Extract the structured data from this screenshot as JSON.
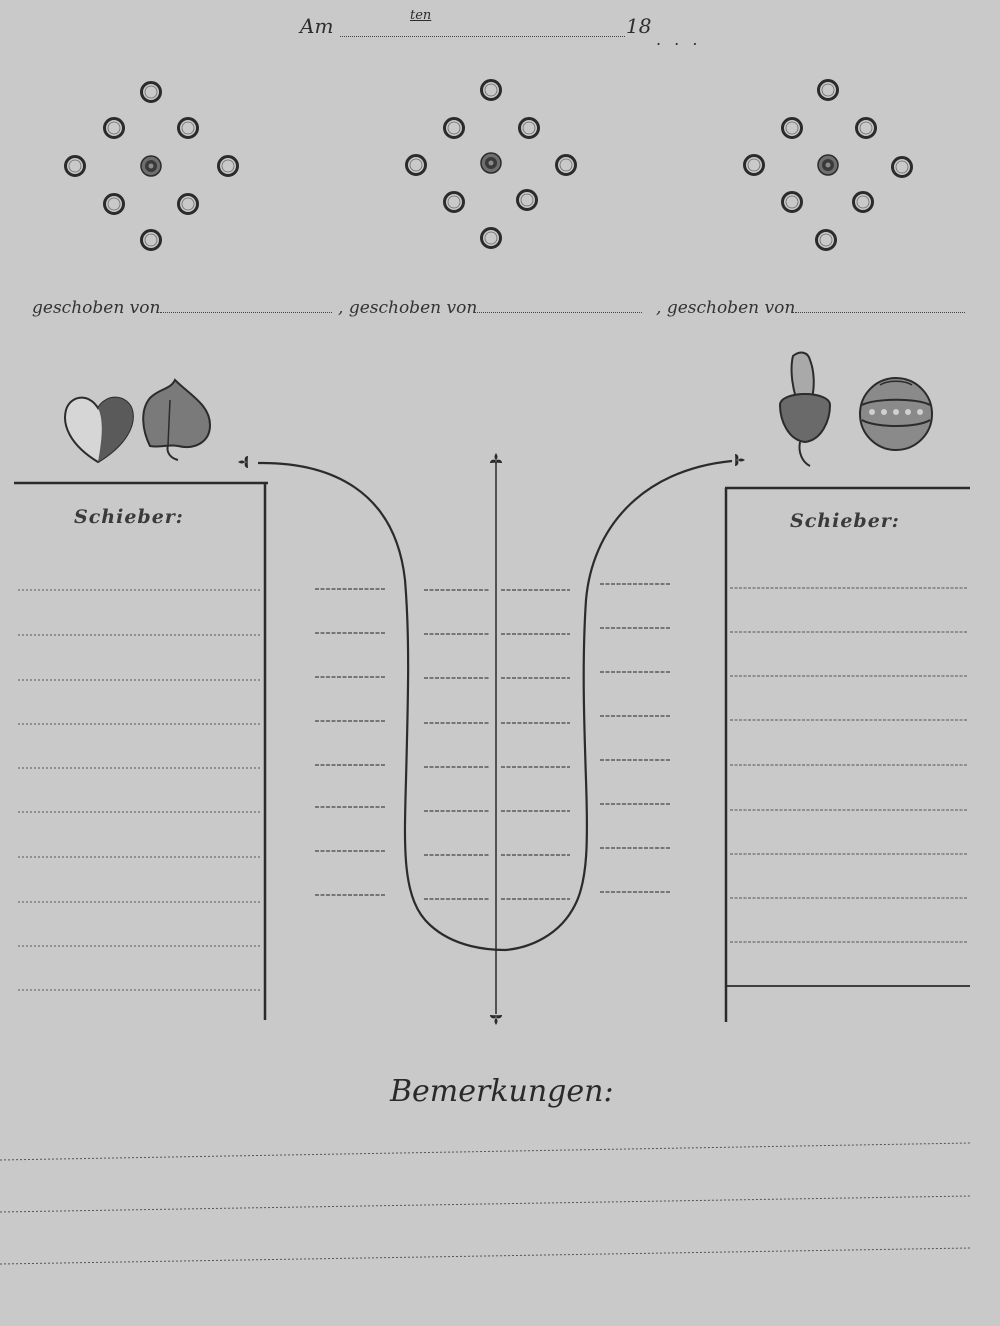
{
  "header": {
    "am": "Am",
    "ten": "ten",
    "year_prefix": "18",
    "trailing_dots": ". . ."
  },
  "geschoben": [
    {
      "label": "geschoben von"
    },
    {
      "label": "geschoben von"
    },
    {
      "label": "geschoben von"
    }
  ],
  "geschoben_separator": ",",
  "schieber": {
    "left_label": "Schieber:",
    "right_label": "Schieber:"
  },
  "card_suits": {
    "left": [
      "heart-icon",
      "leaf-icon"
    ],
    "right": [
      "acorn-icon",
      "bell-icon"
    ]
  },
  "bemerkungen": {
    "label": "Bemerkungen:"
  },
  "colors": {
    "paper": "#c9c9c9",
    "ink": "#2a2a2a"
  }
}
